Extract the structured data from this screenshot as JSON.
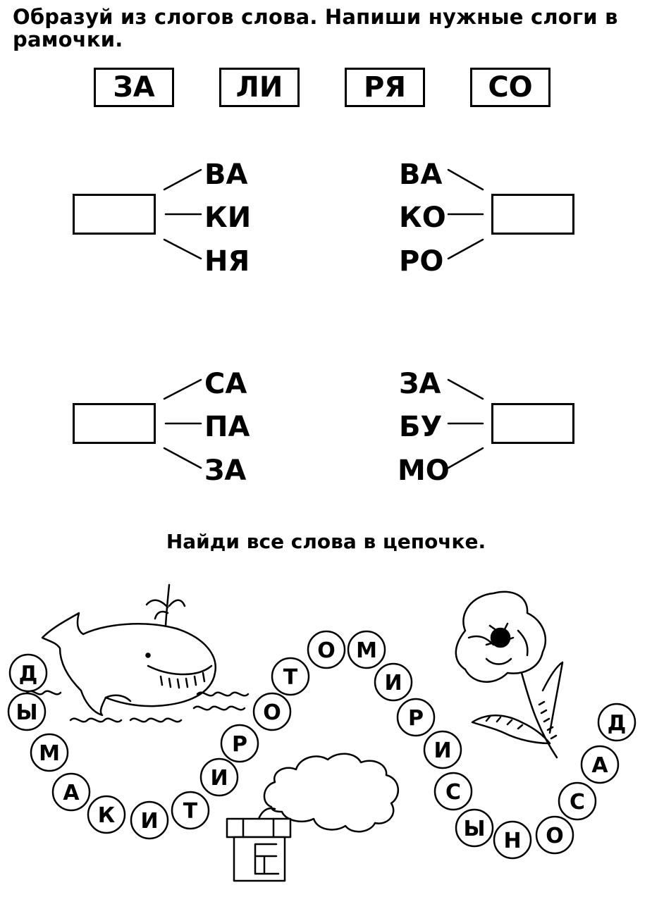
{
  "task1": {
    "title": "Образуй из слогов слова. Напиши нужные слоги в рамочки.",
    "syllables": [
      "ЗА",
      "ЛИ",
      "РЯ",
      "СО"
    ],
    "groups": [
      {
        "endings": [
          "ВА",
          "КИ",
          "НЯ"
        ]
      },
      {
        "endings": [
          "ВА",
          "КО",
          "РО"
        ]
      },
      {
        "endings": [
          "СА",
          "ПА",
          "ЗА"
        ]
      },
      {
        "endings": [
          "ЗА",
          "БУ",
          "МО"
        ]
      }
    ]
  },
  "task2": {
    "title": "Найди все слова в цепочке.",
    "chain": [
      "Д",
      "Ы",
      "М",
      "А",
      "К",
      "И",
      "Т",
      "И",
      "Р",
      "О",
      "Т",
      "О",
      "М",
      "И",
      "Р",
      "И",
      "С",
      "Ы",
      "Н",
      "О",
      "С",
      "А",
      "Д"
    ]
  },
  "icons": [
    "whale-icon",
    "poppy-flower-icon",
    "chimney-icon",
    "smoke-cloud-icon"
  ]
}
